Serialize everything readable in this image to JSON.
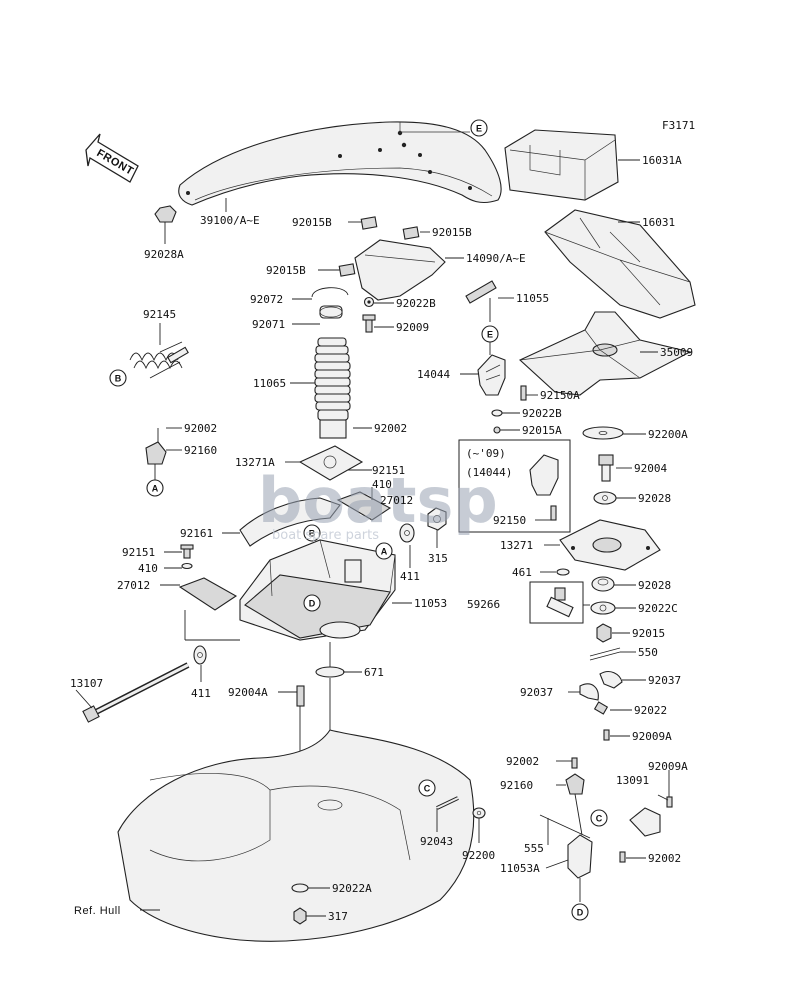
{
  "figure_id": "F3171",
  "front_label": "FRONT",
  "ref_label": "Ref. Hull",
  "watermark": {
    "main": "boatsp",
    "sub": "boat spare parts"
  },
  "variant_note": {
    "year": "(~'09)",
    "part": "(14044)"
  },
  "circle_refs": [
    "A",
    "B",
    "C",
    "D",
    "E"
  ],
  "part_labels": {
    "p16031a": "16031A",
    "p16031": "16031",
    "p39100": "39100/A~E",
    "p92028a": "92028A",
    "p92015b_1": "92015B",
    "p92015b_2": "92015B",
    "p92015b_3": "92015B",
    "p14090": "14090/A~E",
    "p92072": "92072",
    "p92022b_1": "92022B",
    "p11055": "11055",
    "p92145": "92145",
    "p92071": "92071",
    "p92009": "92009",
    "p35009": "35009",
    "p11065": "11065",
    "p14044": "14044",
    "p92150a": "92150A",
    "p92022b_2": "92022B",
    "p92015a": "92015A",
    "p92200a": "92200A",
    "p92002_1": "92002",
    "p92160_1": "92160",
    "p92002_2": "92002",
    "p13271a": "13271A",
    "p92151_1": "92151",
    "p410_1": "410",
    "p27012_1": "27012",
    "p92004": "92004",
    "p92028_1": "92028",
    "p92150": "92150",
    "p92161": "92161",
    "p13271": "13271",
    "p315": "315",
    "p92151_2": "92151",
    "p410_2": "410",
    "p411_1": "411",
    "p461": "461",
    "p92028_2": "92028",
    "p27012_2": "27012",
    "p11053": "11053",
    "p59266": "59266",
    "p92022c": "92022C",
    "p92015": "92015",
    "p550": "550",
    "p13107": "13107",
    "p411_2": "411",
    "p92004a": "92004A",
    "p671": "671",
    "p92037_1": "92037",
    "p92037_2": "92037",
    "p92022": "92022",
    "p92009a_1": "92009A",
    "p92002_3": "92002",
    "p92009a_2": "92009A",
    "p92160_2": "92160",
    "p13091": "13091",
    "p92043": "92043",
    "p92200": "92200",
    "p555": "555",
    "p92002_4": "92002",
    "p11053a": "11053A",
    "p92022a": "92022A",
    "p317": "317"
  }
}
